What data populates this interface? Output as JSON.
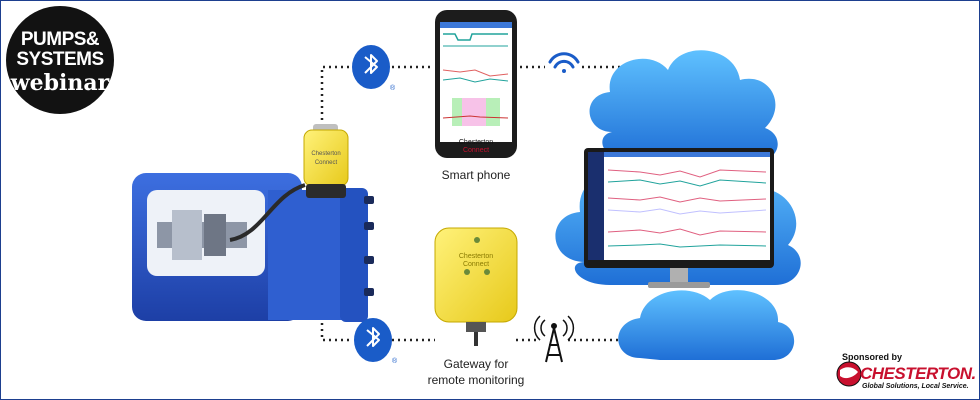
{
  "logo": {
    "line1": "PUMPS&",
    "line2": "SYSTEMS",
    "line3": "webinar"
  },
  "labels": {
    "smart_phone": "Smart phone",
    "gateway_line1": "Gateway for",
    "gateway_line2": "remote monitoring"
  },
  "device_branding": {
    "sensor_line1": "Chesterton",
    "sensor_line2": "Connect",
    "phone_line1": "Chesterton",
    "phone_line2": "Connect",
    "gateway_line1": "Chesterton",
    "gateway_line2": "Connect"
  },
  "bluetooth_mark": "®",
  "sponsor": {
    "by": "Sponsored by",
    "name": "CHESTERTON.",
    "tagline": "Global Solutions, Local Service."
  },
  "colors": {
    "pump_blue": "#2a55c4",
    "sensor_yellow": "#f2e02c",
    "cloud_blue": "#1f8fe6",
    "bluetooth_blue": "#1a5cc8",
    "brand_red": "#c8102e"
  }
}
